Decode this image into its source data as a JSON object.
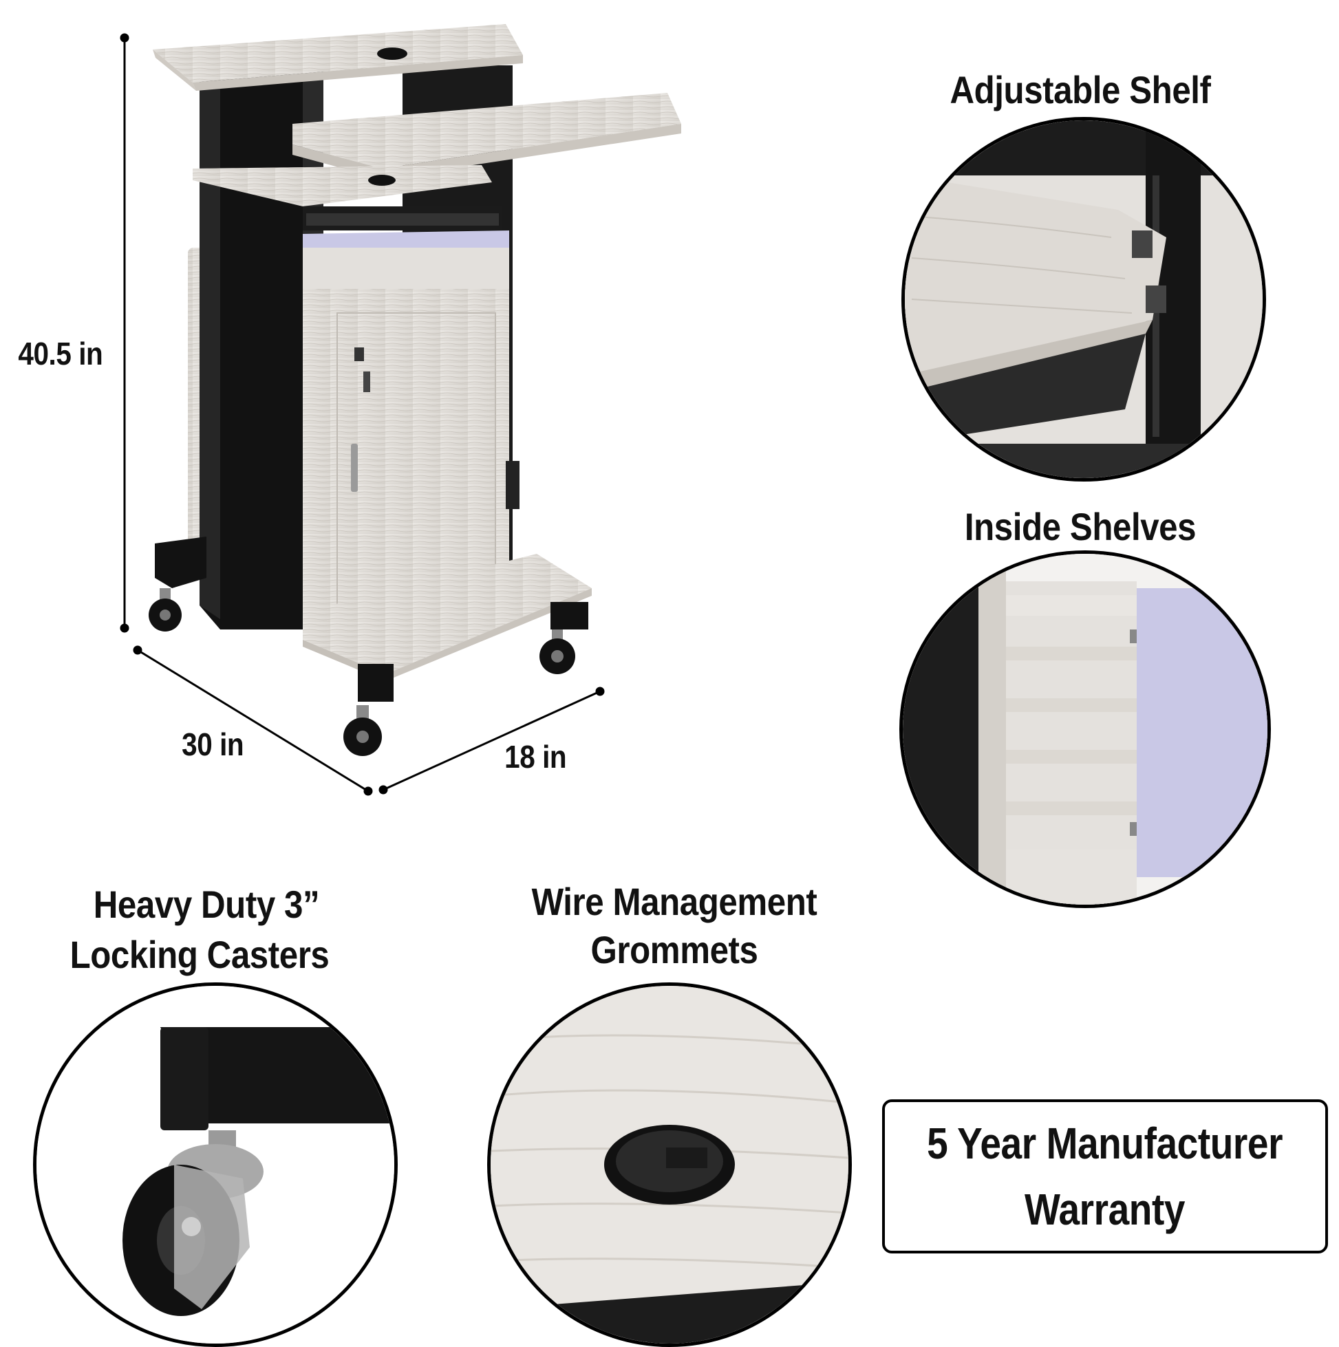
{
  "dimensions": {
    "height": "40.5 in",
    "depth": "30 in",
    "width": "18 in"
  },
  "features": {
    "adjustable_shelf": "Adjustable Shelf",
    "inside_shelves": "Inside Shelves",
    "casters_line1": "Heavy Duty 3”",
    "casters_line2": "Locking Casters",
    "grommets_line1": "Wire Management",
    "grommets_line2": "Grommets"
  },
  "warranty": {
    "line1": "5 Year Manufacturer",
    "line2": "Warranty"
  },
  "colors": {
    "wood": "#dcd8d2",
    "frame": "#141414",
    "accent_lavender": "#c9c8e6"
  }
}
